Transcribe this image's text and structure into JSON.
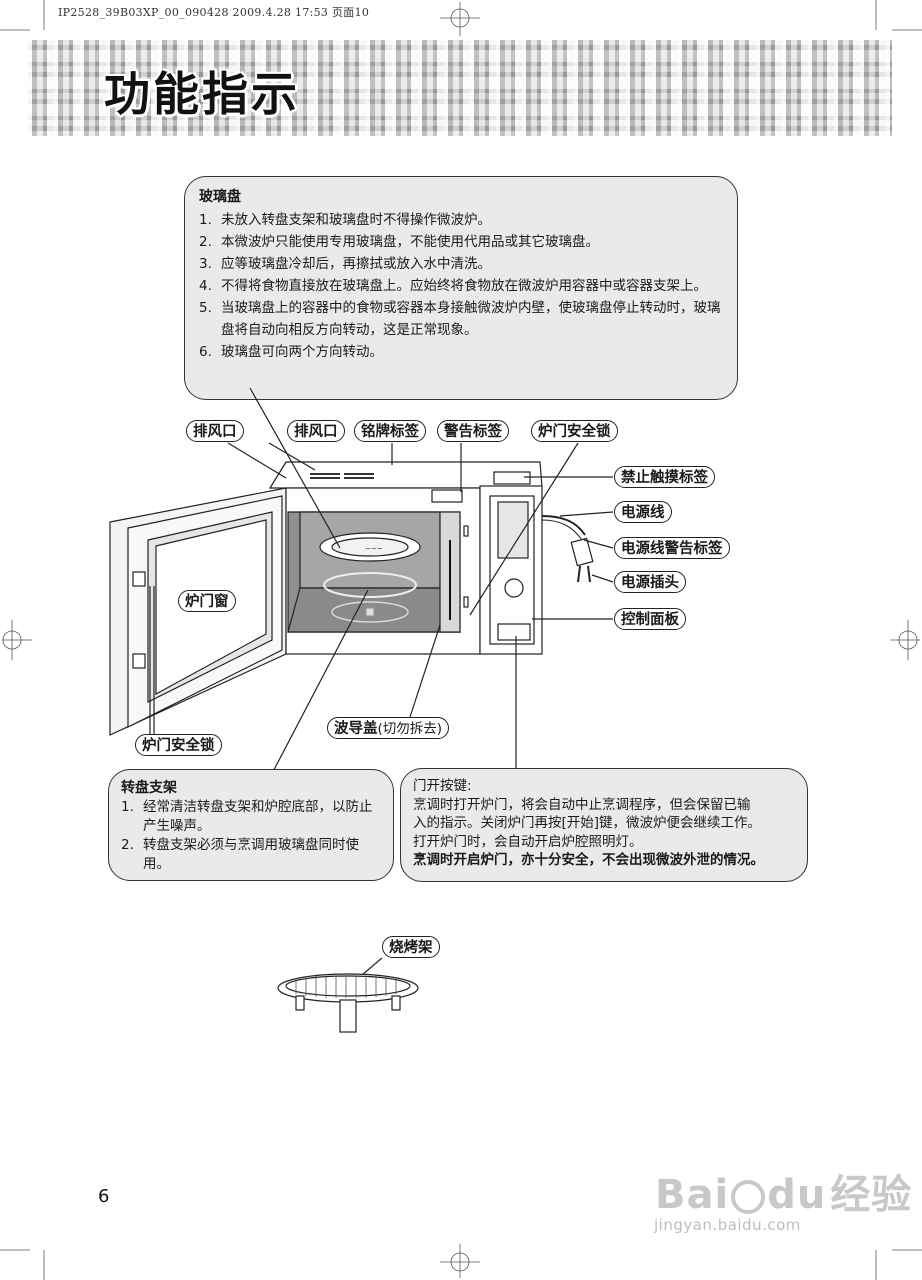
{
  "header": {
    "print_info": "IP2528_39B03XP_00_090428  2009.4.28 17:53  页面10",
    "title": "功能指示"
  },
  "glass_tray": {
    "title": "玻璃盘",
    "items": [
      {
        "num": "1.",
        "text": "未放入转盘支架和玻璃盘时不得操作微波炉。"
      },
      {
        "num": "2.",
        "text": "本微波炉只能使用专用玻璃盘，不能使用代用品或其它玻璃盘。"
      },
      {
        "num": "3.",
        "text": "应等玻璃盘冷却后，再擦拭或放入水中清洗。"
      },
      {
        "num": "4.",
        "text": "不得将食物直接放在玻璃盘上。应始终将食物放在微波炉用容器中或容器支架上。"
      },
      {
        "num": "5.",
        "text": "当玻璃盘上的容器中的食物或容器本身接触微波炉内壁，使玻璃盘停止转动时，玻璃盘将自动向相反方向转动，这是正常现象。"
      },
      {
        "num": "6.",
        "text": "玻璃盘可向两个方向转动。"
      }
    ]
  },
  "labels": {
    "vent_left": "排风口",
    "vent_top": "排风口",
    "nameplate": "铭牌标签",
    "warning_label": "警告标签",
    "door_lock_top": "炉门安全锁",
    "no_touch_label": "禁止触摸标签",
    "power_cord": "电源线",
    "cord_warning_label": "电源线警告标签",
    "plug": "电源插头",
    "control_panel": "控制面板",
    "door_window": "炉门窗",
    "door_lock_bottom": "炉门安全锁",
    "waveguide_cover": "波导盖",
    "waveguide_note": "(切勿拆去)",
    "grill_rack": "烧烤架"
  },
  "roller_support": {
    "title": "转盘支架",
    "items": [
      {
        "num": "1.",
        "text": "经常清洁转盘支架和炉腔底部，以防止产生噪声。"
      },
      {
        "num": "2.",
        "text": "转盘支架必须与烹调用玻璃盘同时使用。"
      }
    ]
  },
  "door_open_button": {
    "title": "门开按键:",
    "lines": [
      "烹调时打开炉门，将会自动中止烹调程序，但会保留已输",
      "入的指示。关闭炉门再按[开始]键，微波炉便会继续工作。",
      "打开炉门时，会自动开启炉腔照明灯。"
    ],
    "bold_line": "烹调时开启炉门，亦十分安全，不会出现微波外泄的情况。"
  },
  "footer": {
    "page_number": "6"
  },
  "watermark": {
    "brand_a": "Bai",
    "brand_b": "du",
    "brand_c": "经验",
    "url": "jingyan.baidu.com"
  },
  "colors": {
    "box_fill": "#eaeaea",
    "cavity_gray": "#8f8f8f",
    "watermark_gray": "#c8c8c8"
  }
}
